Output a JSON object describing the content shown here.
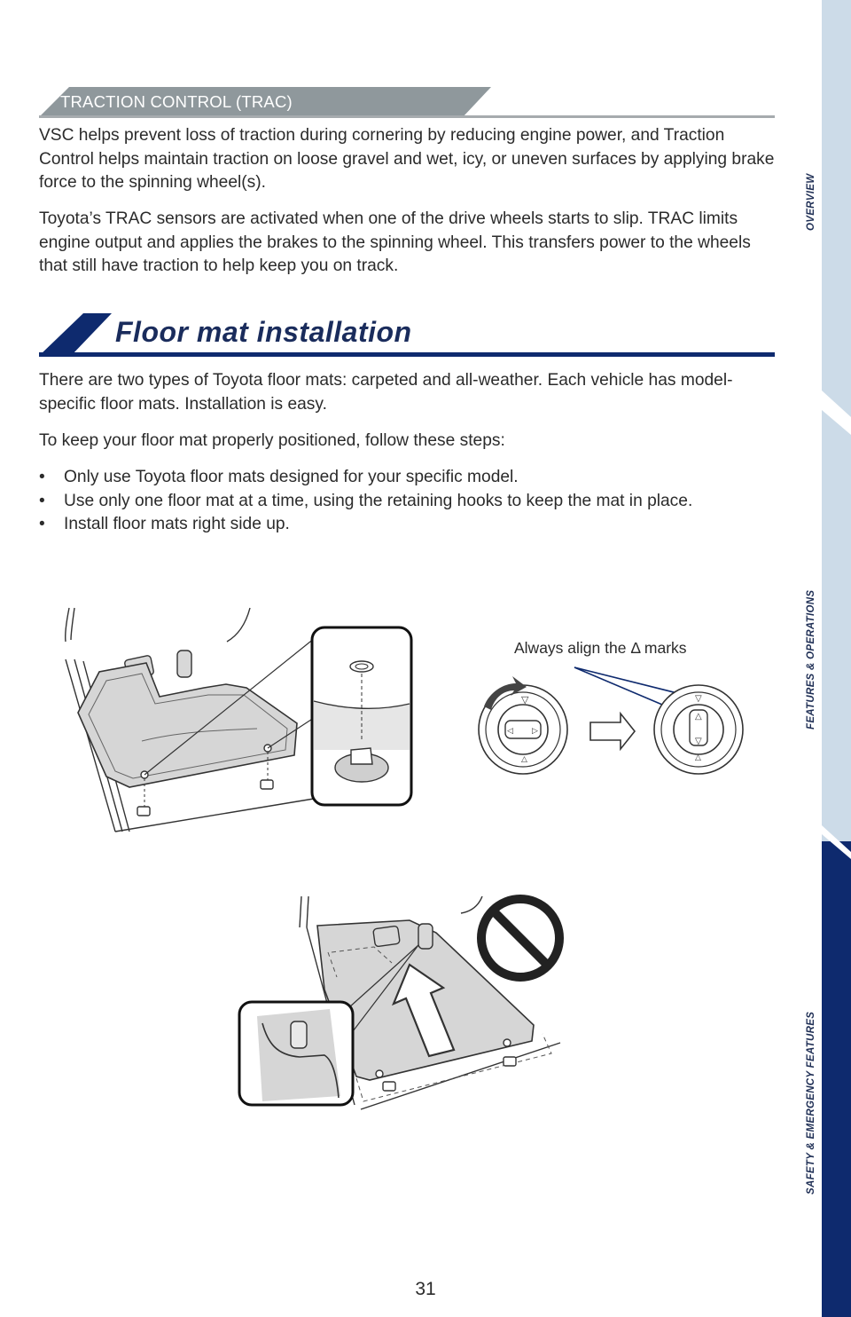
{
  "side_tabs": [
    {
      "label": "OVERVIEW",
      "active": false
    },
    {
      "label": "FEATURES & OPERATIONS",
      "active": false
    },
    {
      "label": "SAFETY & EMERGENCY FEATURES",
      "active": true
    }
  ],
  "trac_section": {
    "title": "TRACTION CONTROL (TRAC)",
    "paragraphs": [
      "VSC helps prevent loss of traction during cornering by reducing engine power, and Traction Control helps maintain traction on loose gravel and wet, icy, or uneven surfaces by applying brake force to the spinning wheel(s).",
      "Toyota’s TRAC sensors are activated when one of the drive wheels starts to slip. TRAC limits engine output and applies the brakes to the spinning wheel. This transfers power to the wheels that still have traction to help keep you on track."
    ]
  },
  "floor_mat_section": {
    "title": "Floor mat installation",
    "intro": "There are two types of Toyota floor mats: carpeted and all-weather. Each vehicle has model-specific floor mats. Installation is easy.",
    "steps_intro": "To keep your floor mat properly positioned, follow these steps:",
    "bullets": [
      "Only use Toyota floor mats designed for your specific model.",
      "Use only one floor mat at a time, using the retaining hooks to keep the mat in place.",
      "Install floor mats right side up."
    ],
    "illustration_label": "Always align the Δ marks"
  },
  "page_number": "31",
  "colors": {
    "navy": "#0e2a6e",
    "gray_header": "#8f989c",
    "side_strip": "#ccdbe8"
  }
}
